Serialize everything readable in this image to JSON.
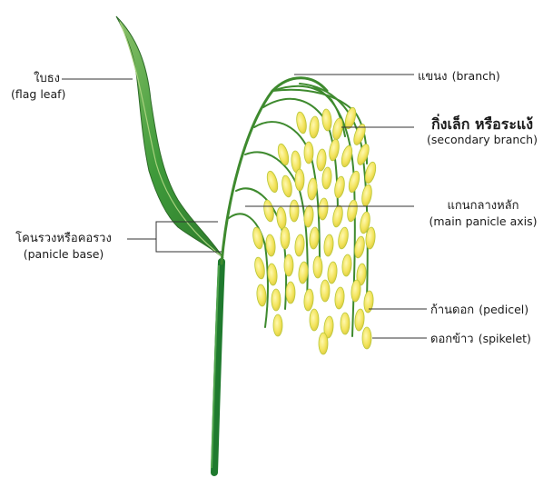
{
  "labels": {
    "flag_leaf": {
      "th": "ใบธง",
      "en": "(flag leaf)"
    },
    "branch": {
      "th": "แขนง",
      "en": "(branch)"
    },
    "secondary_branch": {
      "th": "กิ่งเล็ก  หรือระแง้",
      "en": "(secondary branch)"
    },
    "main_axis": {
      "th": "แกนกลางหลัก",
      "en": "(main panicle axis)"
    },
    "panicle_base": {
      "th": "โคนรวงหรือคอรวง",
      "en": "(panicle base)"
    },
    "pedicel": {
      "th": "ก้านดอก",
      "en": "(pedicel)"
    },
    "spikelet": {
      "th": "ดอกข้าว",
      "en": "(spikelet)"
    }
  },
  "colors": {
    "stem": "#1f7a2e",
    "leaf": "#3f9a3a",
    "grain": "#f2e35a",
    "grain_tip": "#b9c83a",
    "line": "#333333"
  }
}
